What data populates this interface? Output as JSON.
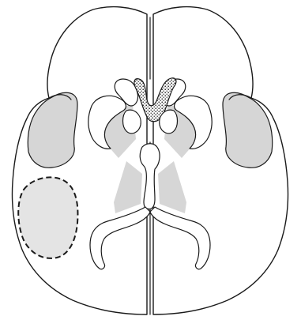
{
  "figure": {
    "colors": {
      "outline": "#1a1a1a",
      "background": "#ffffff",
      "shading": "#d6d6d6",
      "lesion_fill": "#e4e4e4",
      "stipple": "#1a1a1a"
    },
    "patterns": {
      "caudate": "stippled",
      "insula": "solid-gray",
      "internal-capsule": "solid-gray",
      "thalamus": "solid-gray",
      "lesion": "dashed-outline"
    }
  }
}
